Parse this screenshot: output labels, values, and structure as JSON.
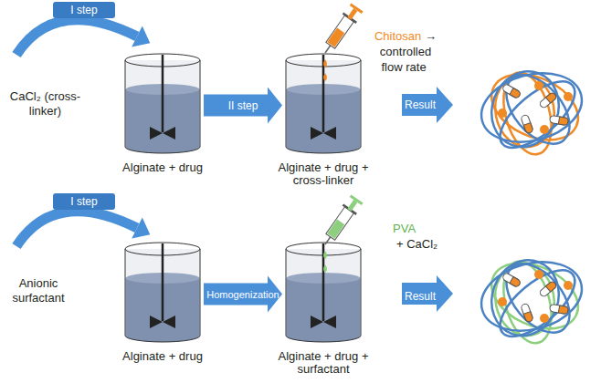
{
  "diagram": {
    "nodes": [
      {
        "text": [
          "Alginate + drug"
        ]
      },
      {
        "text": [
          "Alginate + drug + cross-linker"
        ]
      },
      {
        "text": [
          "Alginate + drug"
        ]
      },
      {
        "text": [
          "Alginate + drug + surfactant"
        ]
      }
    ],
    "edges": [
      {
        "from": 0,
        "to": 1,
        "arrow": "to",
        "label": "II step"
      },
      {
        "from": 2,
        "to": 3,
        "arrow": "to",
        "label": "Homogenization"
      }
    ],
    "labels": [
      "I step",
      "CaCl₂ (cross-linker)",
      "Chitosan",
      "→ controlled flow rate",
      "Result",
      "I step",
      "Anionic surfactant",
      "PVA",
      "+ CaCl₂",
      "Result"
    ]
  }
}
